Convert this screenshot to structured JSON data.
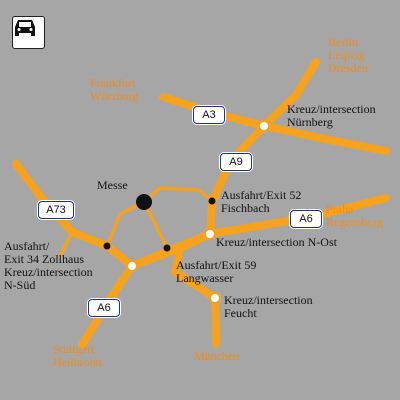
{
  "map": {
    "colors": {
      "background": "#a6a6a6",
      "road": "#f7a21c",
      "label": "#111111",
      "destination": "#f28c18",
      "shield_border": "#1f2f8c"
    },
    "badge": {
      "icon": "car-icon"
    },
    "destinations": {
      "berlin": [
        "Berlin",
        "Leipzig",
        "Dresden"
      ],
      "frankfurt": [
        "Frankfurt",
        "Würzburg"
      ],
      "prague": [
        "Praha",
        "Regensburg"
      ],
      "stuttgart": [
        "Stuttgart",
        "Heilbronn"
      ],
      "munich": [
        "München"
      ]
    },
    "shields": {
      "a3": "A3",
      "a9": "A9",
      "a73": "A73",
      "a6_east": "A6",
      "a6_west": "A6"
    },
    "labels": {
      "nuernberg": [
        "Kreuz/intersection",
        "Nürnberg"
      ],
      "messe": "Messe",
      "fischbach": [
        "Ausfahrt/Exit 52",
        "Fischbach"
      ],
      "n_ost": "Kreuz/intersection N-Ost",
      "langwasser": [
        "Ausfahrt/Exit 59",
        "Langwasser"
      ],
      "zollhaus": [
        "Ausfahrt/",
        "Exit 34 Zollhaus",
        "Kreuz/intersection",
        "N-Süd"
      ],
      "feucht": [
        "Kreuz/intersection",
        "Feucht"
      ]
    }
  }
}
